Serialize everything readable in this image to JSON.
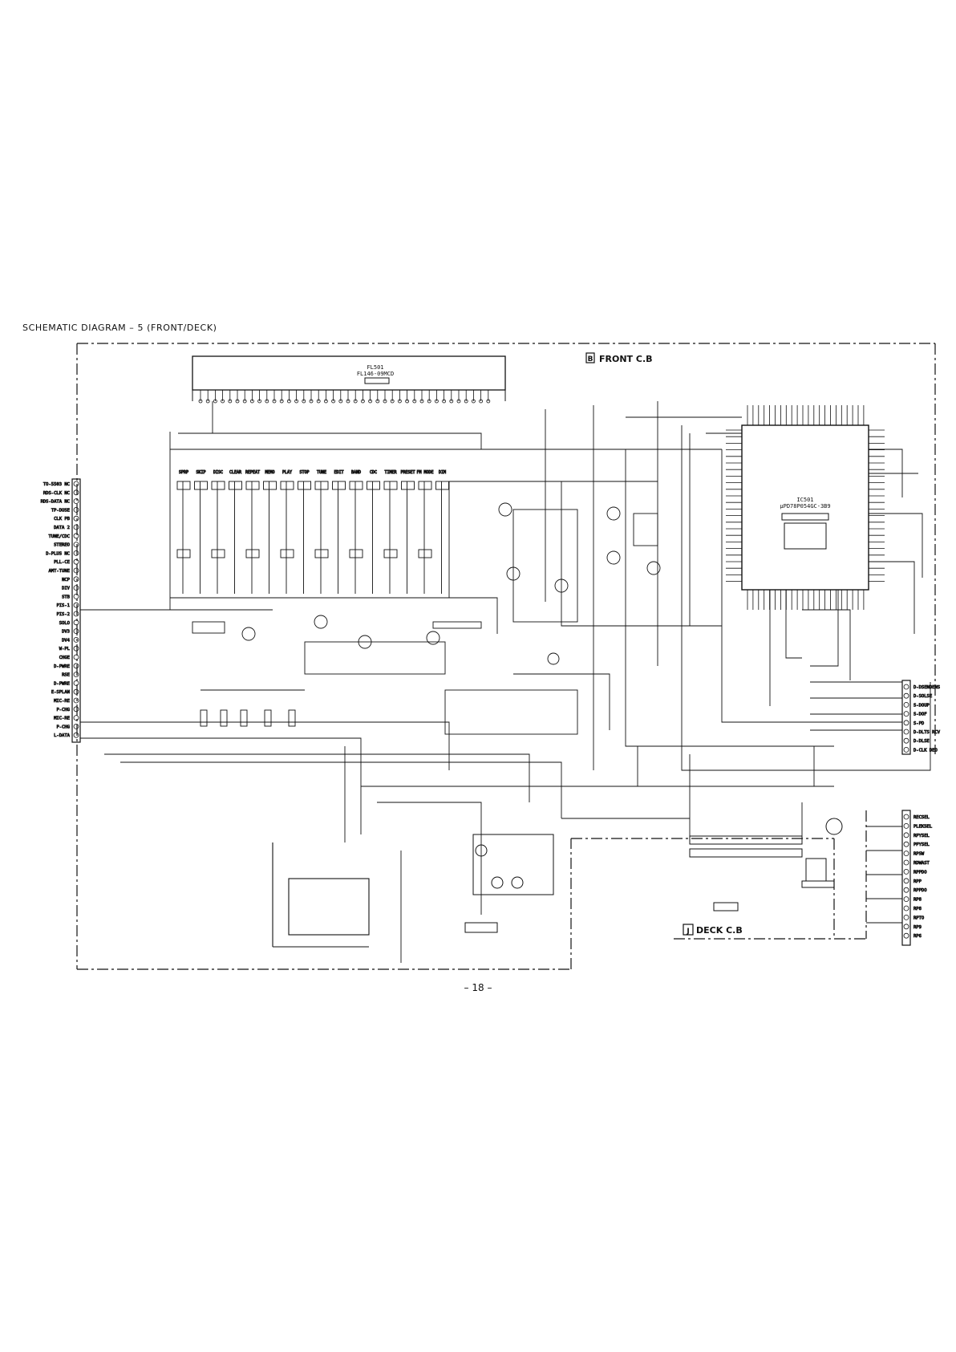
{
  "document": {
    "title": "SCHEMATIC DIAGRAM – 5 (FRONT/DECK)",
    "page_number": "– 18 –"
  },
  "boards": {
    "front_letter": "B",
    "front_label": "FRONT C.B",
    "deck_letter": "J",
    "deck_label": "DECK C.B"
  },
  "fl_tube": {
    "ref": "FL501",
    "part": "FL146-09MCD"
  },
  "ic501": {
    "ref": "IC501",
    "part": "µPD78P054GC-3B9"
  },
  "cn501_labels": [
    "TO-5503 NC",
    "RDS-CLK NC",
    "RDS-DATA NC",
    "TP-DUSE",
    "CLK PB",
    "DATA 2",
    "TUNE/CDC",
    "STEREO",
    "D-PLUS NC",
    "PLL-CE",
    "AMT-TUNE",
    "NCP",
    "DIV",
    "STB",
    "PIS-1",
    "PIS-2",
    "SOLO",
    "DV3",
    "DV4",
    "W-PL",
    "CHGE",
    "D-PWRE",
    "RSE",
    "D-PWRE",
    "E-SPLAN",
    "MIC-RE",
    "P-CHG",
    "MIC-RE",
    "P-CHG",
    "L-DATA"
  ],
  "cn502_labels": [
    "D-DSENDENS",
    "D-SOLSE",
    "S-DOUP",
    "S-DOF",
    "S-PD",
    "D-DLTS RCV",
    "D-DLSE",
    "D-CLK DEO"
  ],
  "cn503_labels": [
    "RECSEL",
    "PLEKSEL",
    "RPYSEL",
    "PPYSEL",
    "RPSW",
    "RDWAST",
    "RPPDO",
    "RPP",
    "RPPDO",
    "RP8",
    "RP8",
    "RPTO",
    "RP9",
    "RP6"
  ],
  "key_labels": [
    "SPRP",
    "SKIP",
    "DISC",
    "CLEAR",
    "REPEAT",
    "MEMO",
    "PLAY",
    "STOP",
    "TUNE",
    "EDIT",
    "BAND",
    "CDC",
    "TIMER",
    "PRESET",
    "FM MODE",
    "DIM"
  ]
}
